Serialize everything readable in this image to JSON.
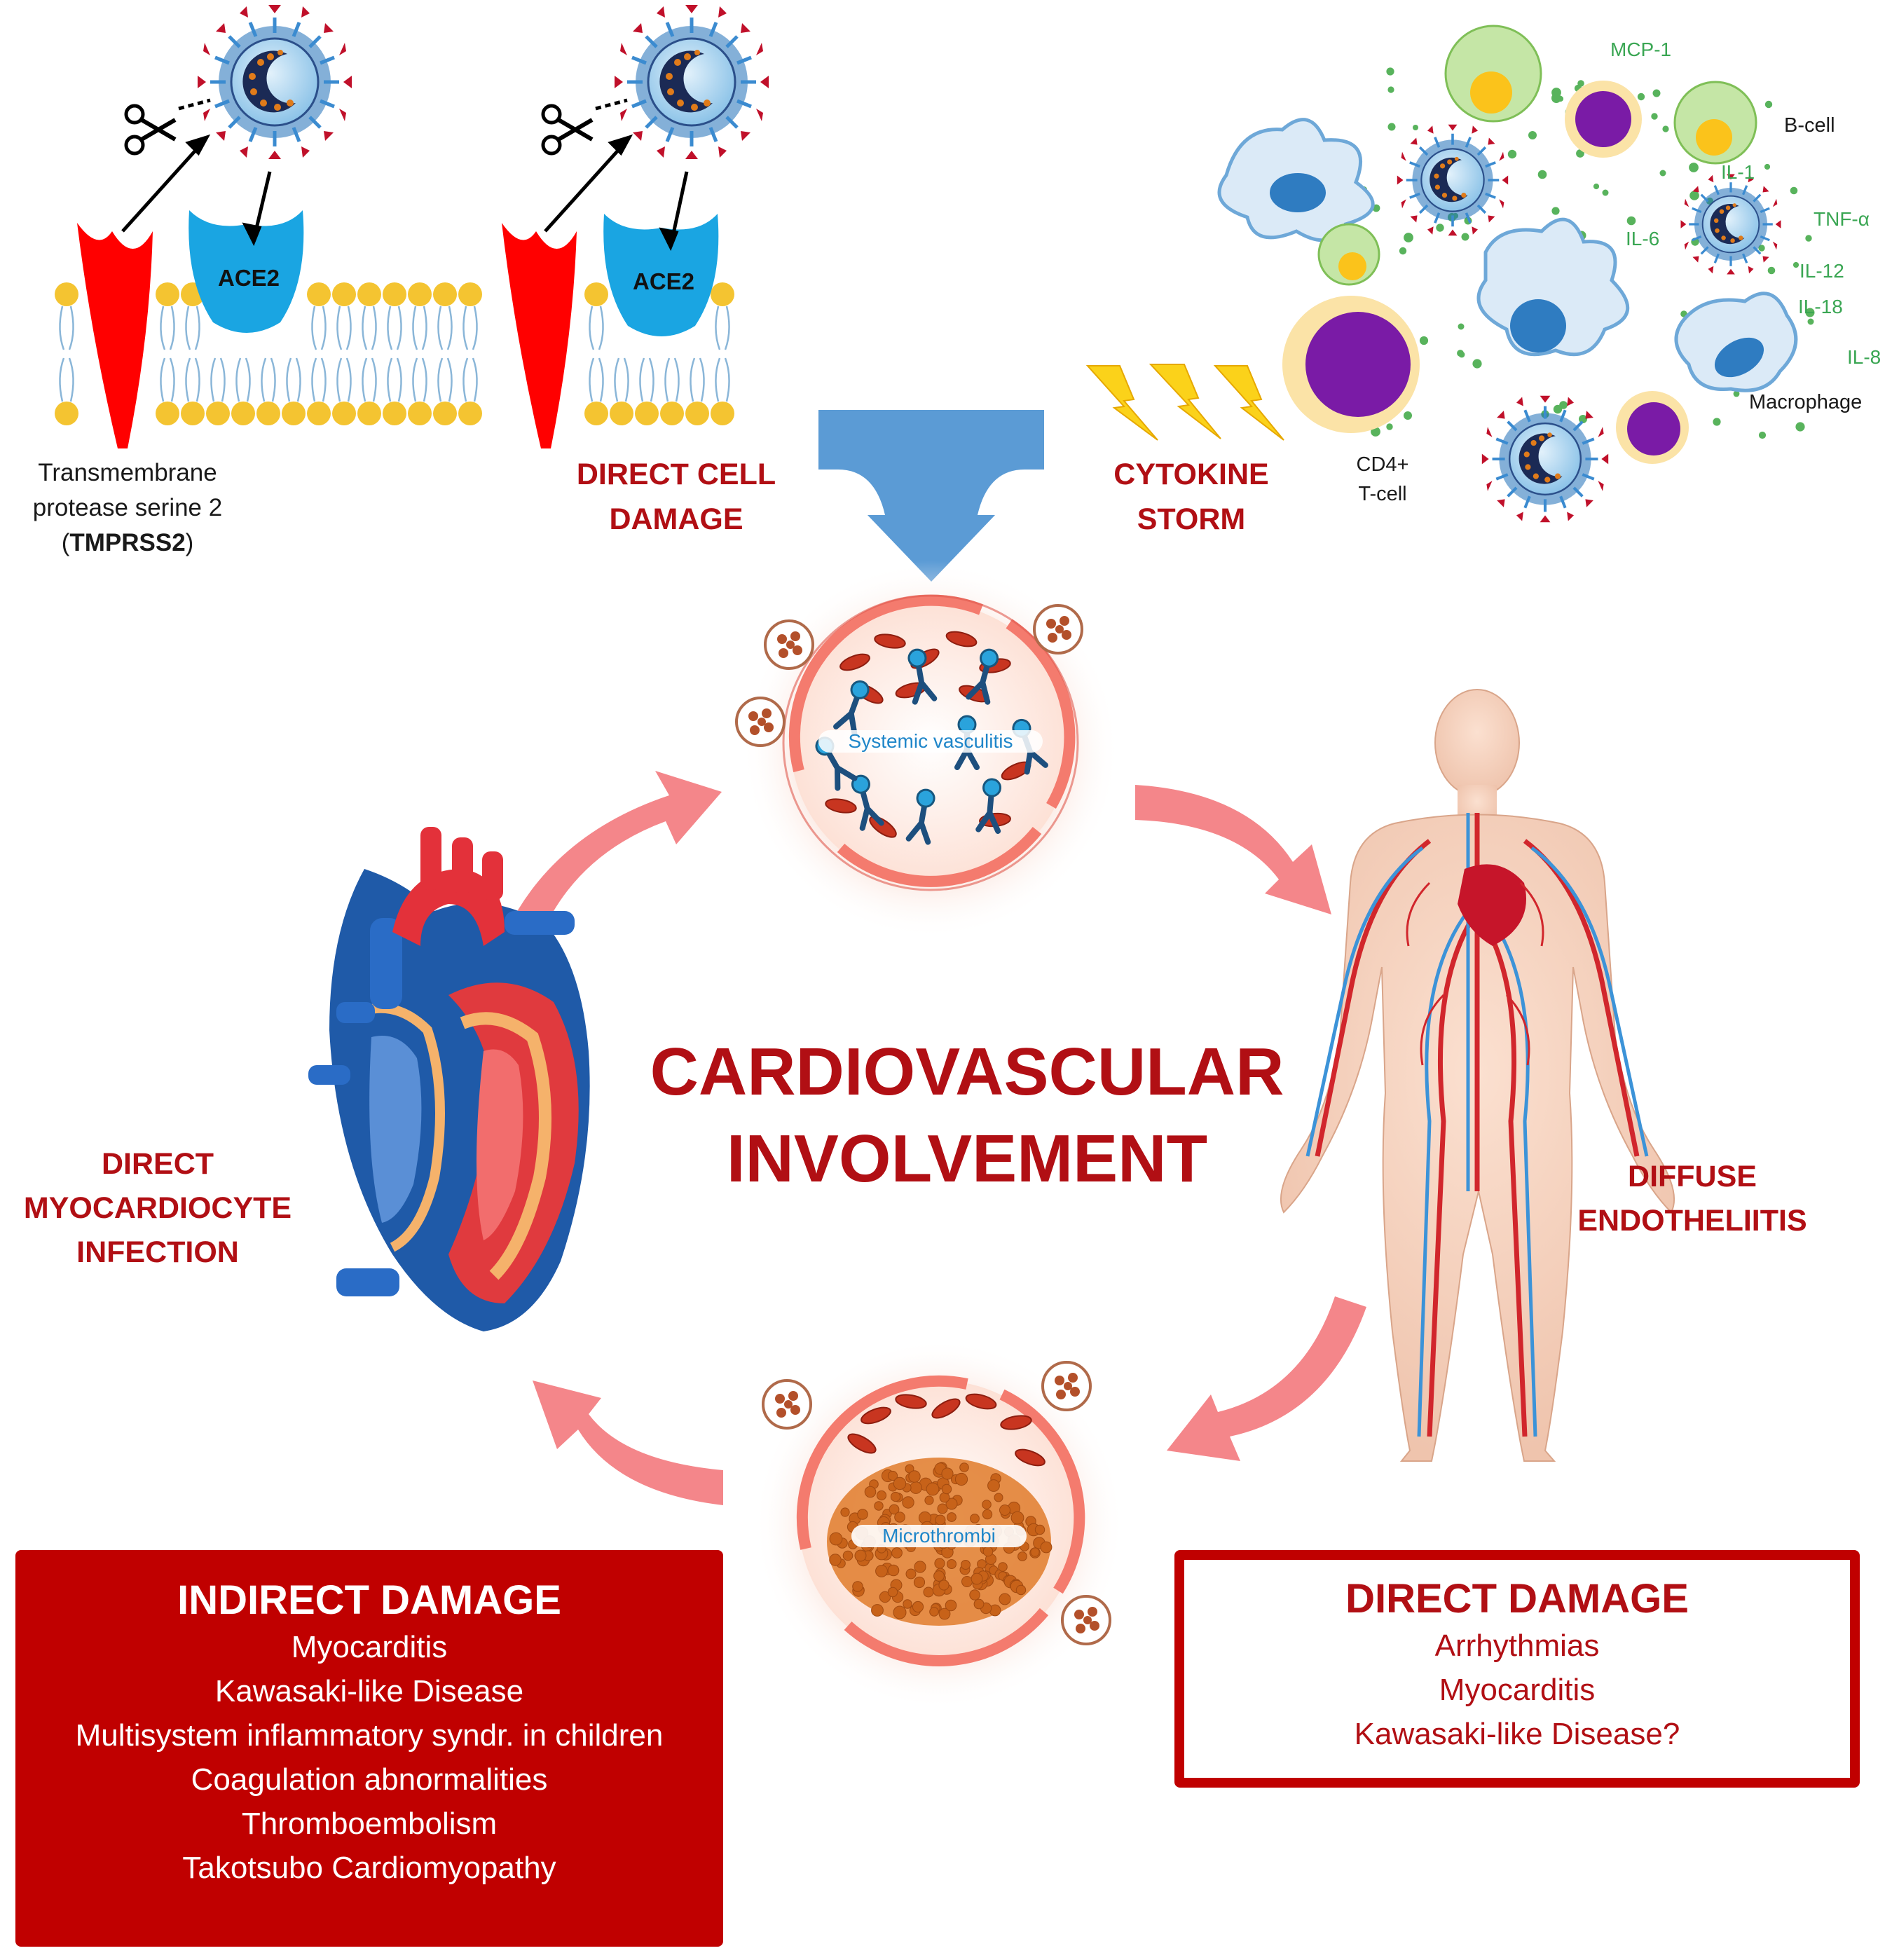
{
  "colors": {
    "accent_red": "#c00000",
    "label_red": "#b10f14",
    "cytokine_green": "#3aa653",
    "arrow_pink": "#f4868a",
    "membrane_yellow": "#f4c431",
    "ace2_blue": "#1aa5e2",
    "tmprss2_red": "#ff0000",
    "big_arrow_blue": "#5b9bd5"
  },
  "membrane": {
    "tmprss2_line1": "Transmembrane",
    "tmprss2_line2": "protease serine 2",
    "tmprss2_open": "(",
    "tmprss2_bold": "TMPRSS2",
    "tmprss2_close": ")",
    "ace2_left": "ACE2",
    "ace2_right": "ACE2"
  },
  "labels": {
    "direct_cell_damage_1": "DIRECT CELL",
    "direct_cell_damage_2": "DAMAGE",
    "cytokine_storm_1": "CYTOKINE",
    "cytokine_storm_2": "STORM",
    "systemic_vasculitis": "Systemic vasculitis",
    "microthrombi": "Microthrombi",
    "center_1": "CARDIOVASCULAR",
    "center_2": "INVOLVEMENT",
    "myo_1": "DIRECT",
    "myo_2": "MYOCARDIOCYTE",
    "myo_3": "INFECTION",
    "endo_1": "DIFFUSE",
    "endo_2": "ENDOTHELIITIS"
  },
  "immune": {
    "mcp1": "MCP-1",
    "bcell": "B-cell",
    "il1": "IL-1",
    "tnfa": "TNF-α",
    "il6": "IL-6",
    "il12": "IL-12",
    "il18": "IL-18",
    "il8": "IL-8",
    "macrophage": "Macrophage",
    "cd4_1": "CD4+",
    "cd4_2": "T-cell"
  },
  "indirect_damage": {
    "title": "INDIRECT DAMAGE",
    "items": [
      "Myocarditis",
      "Kawasaki-like Disease",
      "Multisystem inflammatory syndr. in children",
      "Coagulation abnormalities",
      "Thromboembolism",
      "Takotsubo Cardiomyopathy"
    ]
  },
  "direct_damage": {
    "title": "DIRECT DAMAGE",
    "items": [
      "Arrhythmias",
      "Myocarditis",
      "Kawasaki-like Disease?"
    ]
  }
}
